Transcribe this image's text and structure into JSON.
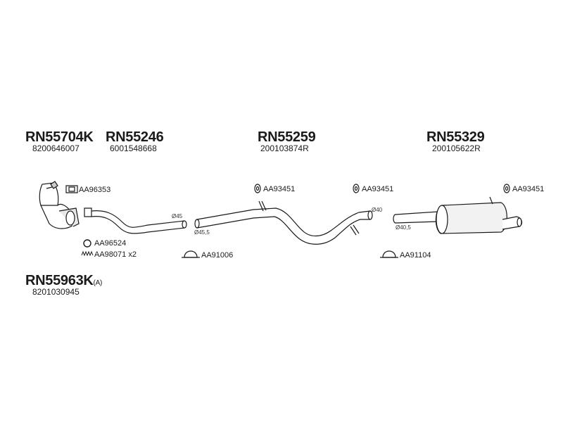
{
  "colors": {
    "ink": "#1a1a1a",
    "pipe_fill": "#ffffff",
    "muffler_fill": "#f2f2f2"
  },
  "headings": {
    "h1": {
      "code": "RN55704K",
      "oem": "8200646007"
    },
    "h2": {
      "code": "RN55246",
      "oem": "6001548668"
    },
    "h3": {
      "code": "RN55259",
      "oem": "200103874R"
    },
    "h4": {
      "code": "RN55329",
      "oem": "200105622R"
    },
    "h5": {
      "code": "RN55963K",
      "suffix": "(A)",
      "oem": "8201030945"
    }
  },
  "parts": {
    "p1": "AA96353",
    "p2": "AA96524",
    "p3": "AA98071 x2",
    "p4": "AA91006",
    "p5": "AA93451",
    "p6": "AA93451",
    "p7": "AA93451",
    "p8": "AA91104"
  },
  "diameters": {
    "d1": "Ø45",
    "d2": "Ø45,5",
    "d3": "Ø40",
    "d4": "Ø40,5"
  },
  "icons": [
    "catalytic-converter-icon",
    "gasket-icon",
    "ring-icon",
    "spring-icon",
    "clamp-icon",
    "rubber-mount-icon",
    "muffler-icon"
  ]
}
